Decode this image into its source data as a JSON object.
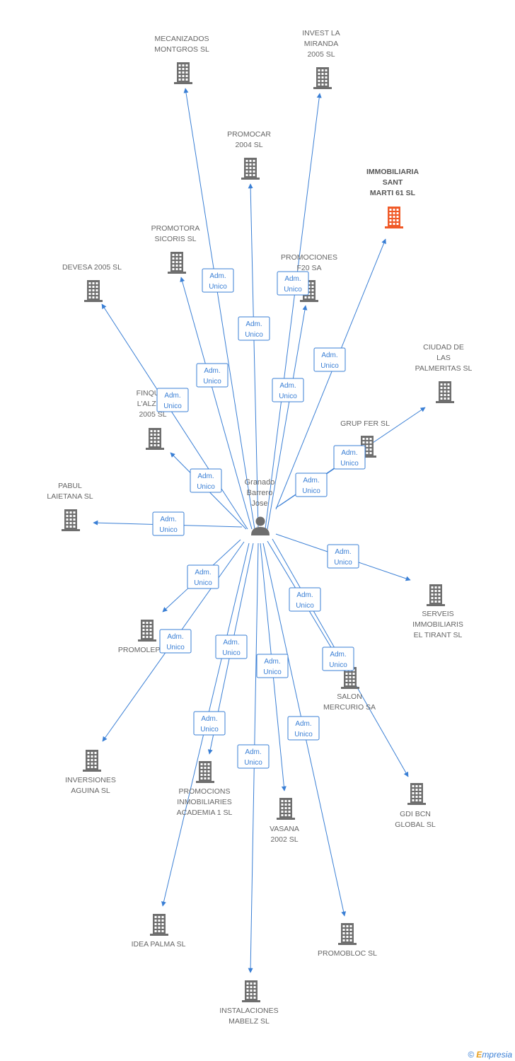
{
  "center": {
    "name_lines": [
      "Granado",
      "Barrero",
      "Jose"
    ],
    "icon": "person-icon"
  },
  "edge_label_lines": [
    "Adm.",
    "Unico"
  ],
  "colors": {
    "edge": "#3a7fd5",
    "building": "#6e6e6e",
    "highlight": "#f05a28",
    "text": "#666666"
  },
  "nodes": [
    {
      "id": "mecanizados",
      "lines": [
        "MECANIZADOS",
        "MONTGROS SL"
      ],
      "highlight": false
    },
    {
      "id": "invest",
      "lines": [
        "INVEST LA",
        "MIRANDA",
        "2005 SL"
      ],
      "highlight": false
    },
    {
      "id": "promocar",
      "lines": [
        "PROMOCAR",
        "2004 SL"
      ],
      "highlight": false
    },
    {
      "id": "immobiliaria",
      "lines": [
        "IMMOBILIARIA",
        "SANT",
        "MARTI 61 SL"
      ],
      "highlight": true
    },
    {
      "id": "promotora",
      "lines": [
        "PROMOTORA",
        "SICORIS SL"
      ],
      "highlight": false
    },
    {
      "id": "devesa",
      "lines": [
        "DEVESA 2005 SL"
      ],
      "highlight": false
    },
    {
      "id": "promociones_f20",
      "lines": [
        "PROMOCIONES",
        "F20 SA"
      ],
      "highlight": false
    },
    {
      "id": "ciudad",
      "lines": [
        "CIUDAD DE",
        "LAS",
        "PALMERITAS SL"
      ],
      "highlight": false
    },
    {
      "id": "finques",
      "lines": [
        "FINQUES",
        "L'ALZINA",
        "2005 SL"
      ],
      "highlight": false
    },
    {
      "id": "grupfer",
      "lines": [
        "GRUP FER SL"
      ],
      "highlight": false
    },
    {
      "id": "pabul",
      "lines": [
        "PABUL",
        "LAIETANA SL"
      ],
      "highlight": false
    },
    {
      "id": "serveis",
      "lines": [
        "SERVEIS",
        "IMMOBILIARIS",
        "EL TIRANT SL"
      ],
      "highlight": false
    },
    {
      "id": "promolepe",
      "lines": [
        "PROMOLEPE SL"
      ],
      "highlight": false
    },
    {
      "id": "salon",
      "lines": [
        "SALON",
        "MERCURIO SA"
      ],
      "highlight": false
    },
    {
      "id": "inversiones",
      "lines": [
        "INVERSIONES",
        "AGUINA SL"
      ],
      "highlight": false
    },
    {
      "id": "promocions_acad",
      "lines": [
        "PROMOCIONS",
        "INMOBILIARIES",
        "ACADEMIA 1 SL"
      ],
      "highlight": false
    },
    {
      "id": "vasana",
      "lines": [
        "VASANA",
        "2002 SL"
      ],
      "highlight": false
    },
    {
      "id": "gdi",
      "lines": [
        "GDI BCN",
        "GLOBAL SL"
      ],
      "highlight": false
    },
    {
      "id": "idea",
      "lines": [
        "IDEA PALMA SL"
      ],
      "highlight": false
    },
    {
      "id": "promobloc",
      "lines": [
        "PROMOBLOC SL"
      ],
      "highlight": false
    },
    {
      "id": "instalaciones",
      "lines": [
        "INSTALACIONES",
        "MABELZ SL"
      ],
      "highlight": false
    }
  ],
  "footer": {
    "copyright": "©",
    "brand_initial": "E",
    "brand_rest": "mpresia"
  }
}
